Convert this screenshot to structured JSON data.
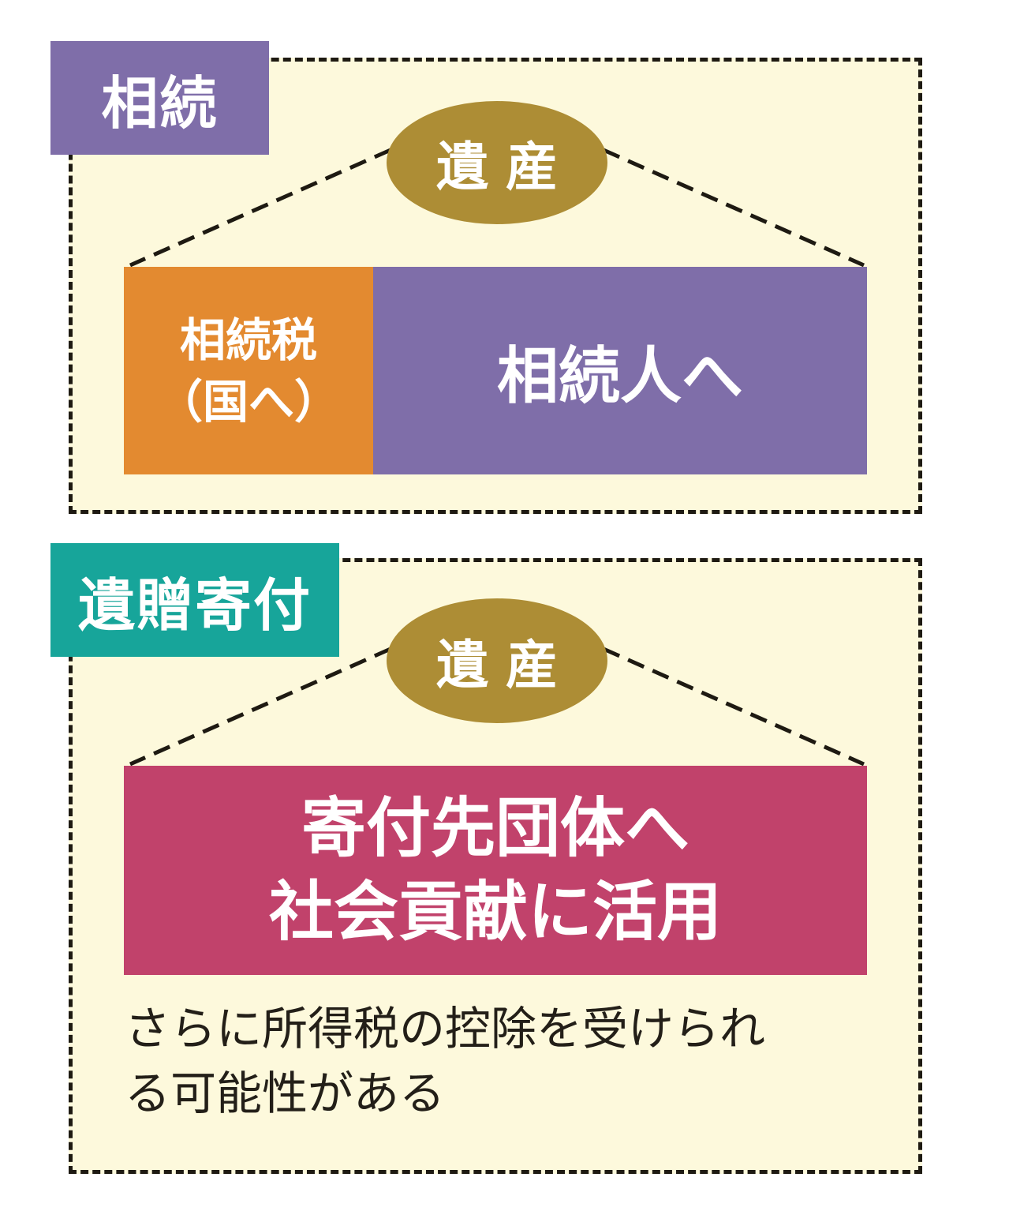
{
  "colors": {
    "panel_bg": "#fdf9dc",
    "dash": "#1e1a12",
    "inheritance_tag": "#7f6ea9",
    "bequest_tag": "#17a59a",
    "estate_ellipse": "#ad8d35",
    "tax_block": "#e38a30",
    "heirs_block": "#7f6ea9",
    "donation_block": "#c1426b",
    "note_text": "#231f18"
  },
  "inheritance": {
    "tag": "相続",
    "estate": "遺産",
    "tax_block": {
      "line1": "相続税",
      "line2": "（国へ）"
    },
    "heirs_block": "相続人へ"
  },
  "bequest": {
    "tag": "遺贈寄付",
    "estate": "遺産",
    "donation_block": {
      "line1": "寄付先団体へ",
      "line2": "社会貢献に活用"
    },
    "note": {
      "line1": "さらに所得税の控除を受けられ",
      "line2": "る可能性がある"
    }
  }
}
